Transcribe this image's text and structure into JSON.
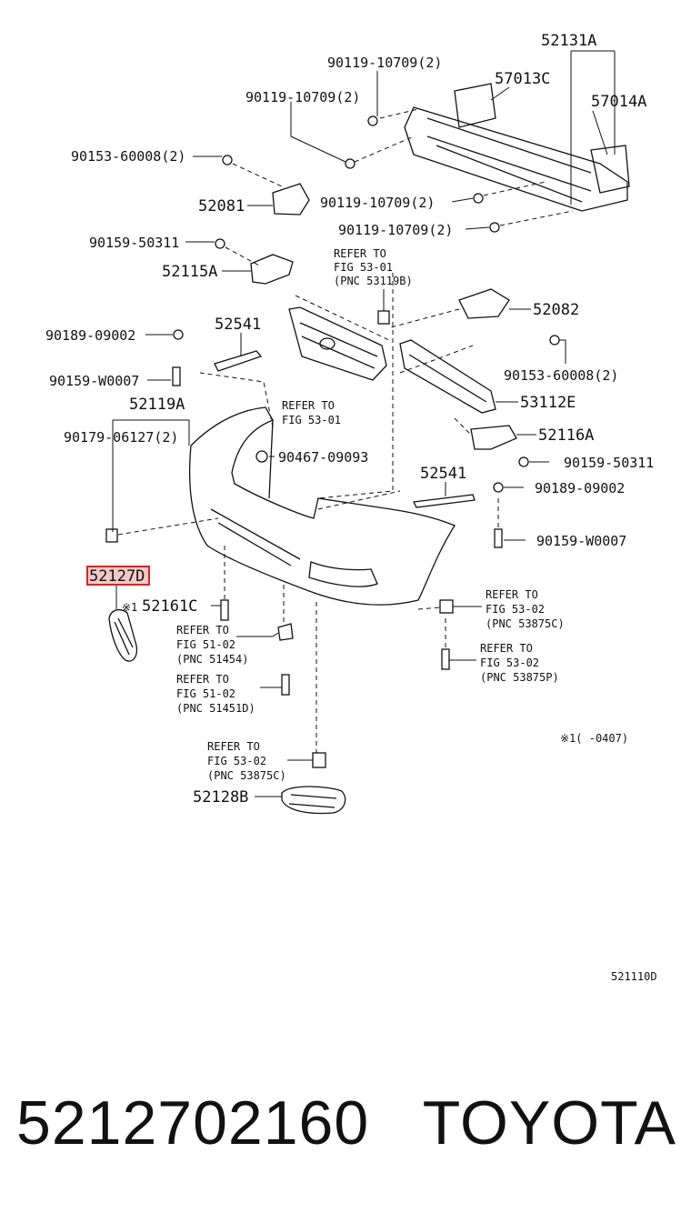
{
  "labels": {
    "l52131A": "52131A",
    "l57013C": "57013C",
    "l57014A": "57014A",
    "l90119a": "90119-10709(2)",
    "l90119b": "90119-10709(2)",
    "l90119c": "90119-10709(2)",
    "l90119d": "90119-10709(2)",
    "l90153a": "90153-60008(2)",
    "l52081": "52081",
    "l90159a": "90159-50311",
    "l52115A": "52115A",
    "l52541a": "52541",
    "l90189a": "90189-09002",
    "l90159b": "90159-W0007",
    "l52119A": "52119A",
    "l90179": "90179-06127(2)",
    "l90467": "90467-09093",
    "l52541b": "52541",
    "l90189b": "90189-09002",
    "l90159c": "90159-W0007",
    "l52082": "52082",
    "l90153b": "90153-60008(2)",
    "l53112E": "53112E",
    "l52116A": "52116A",
    "l90159d": "90159-50311",
    "l52127D": "52127D",
    "l52161C": "52161C",
    "l52128B": "52128B",
    "note_mark": "※1",
    "note_range": "※1(    -0407)",
    "diagram_id": "521110D"
  },
  "refs": {
    "r1": [
      "REFER  TO",
      "FIG  53-01",
      "(PNC 53119B)"
    ],
    "r2": [
      "REFER  TO",
      "FIG  53-01"
    ],
    "r3": [
      "REFER  TO",
      "FIG  51-02",
      "(PNC  51454)"
    ],
    "r4": [
      "REFER  TO",
      "FIG  51-02",
      "(PNC  51451D)"
    ],
    "r5": [
      "REFER  TO",
      "FIG  53-02",
      "(PNC  53875C)"
    ],
    "r6": [
      "REFER  TO",
      "FIG  53-02",
      "(PNC  53875P)"
    ],
    "r7": [
      "REFER  TO",
      "FIG  53-02",
      "(PNC  53875C)"
    ]
  },
  "highlight": {
    "part": "52127D",
    "color": "#d22222"
  },
  "footer": {
    "part_number": "5212702160",
    "brand": "TOYOTA"
  }
}
